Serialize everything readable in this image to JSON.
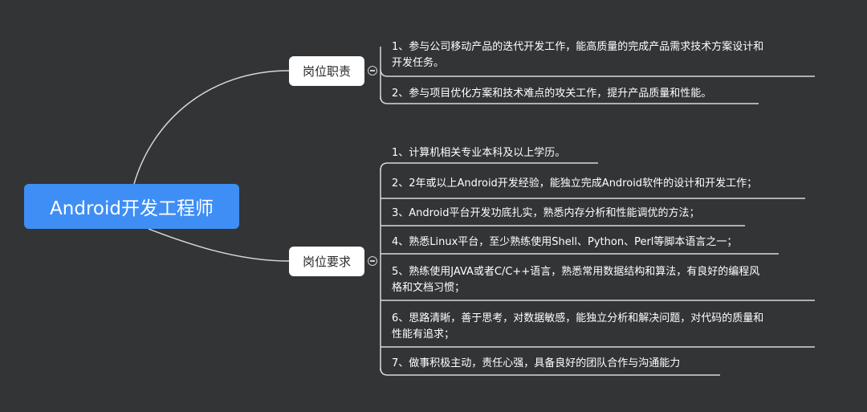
{
  "root": {
    "label": "Android开发工程师"
  },
  "branches": [
    {
      "label": "岗位职责",
      "items": [
        "1、参与公司移动产品的迭代开发工作，能高质量的完成产品需求技术方案设计和\n开发任务。",
        "2、参与项目优化方案和技术难点的攻关工作，提升产品质量和性能。"
      ]
    },
    {
      "label": "岗位要求",
      "items": [
        "1、计算机相关专业本科及以上学历。",
        "2、2年或以上Android开发经验，能独立完成Android软件的设计和开发工作；",
        "3、Android平台开发功底扎实，熟悉内存分析和性能调优的方法；",
        "4、熟悉Linux平台，至少熟练使用Shell、Python、Perl等脚本语言之一；",
        "5、熟练使用JAVA或者C/C++语言，熟悉常用数据结构和算法，有良好的编程风\n格和文档习惯；",
        "6、思路清晰，善于思考，对数据敏感，能独立分析和解决问题，对代码的质量和\n性能有追求；",
        "7、做事积极主动，责任心强，具备良好的团队合作与沟通能力"
      ]
    }
  ],
  "colors": {
    "background": "#333436",
    "root_fill": "#3f8ef5",
    "branch_fill": "#ffffff",
    "connector": "#d8d8d8"
  },
  "icons": {
    "collapse": "collapse-minus-icon"
  }
}
